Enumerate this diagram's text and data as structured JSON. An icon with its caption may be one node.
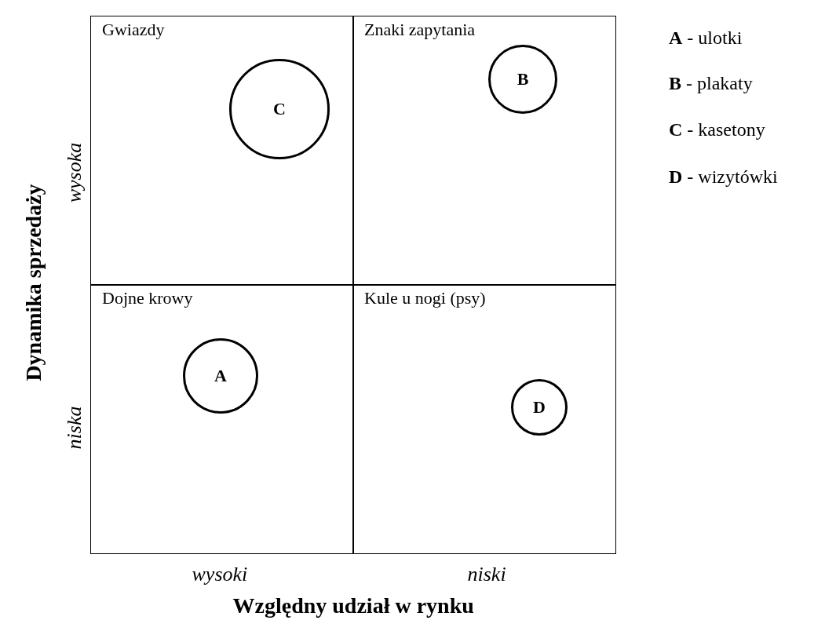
{
  "diagram": {
    "nodes": [
      {
        "text": [
          "Gwiazdy"
        ]
      },
      {
        "text": [
          "Znaki zapytania"
        ]
      },
      {
        "text": [
          "Dojne krowy"
        ]
      },
      {
        "text": [
          "Kule u nogi (psy)"
        ]
      },
      {
        "text": [
          "C"
        ],
        "in": 0
      },
      {
        "text": [
          "B"
        ],
        "in": 1
      },
      {
        "text": [
          "A"
        ],
        "in": 2
      },
      {
        "text": [
          "D"
        ],
        "in": 3
      }
    ],
    "edges": [],
    "labels": [
      "**A** - ulotki",
      "**B** - plakaty",
      "**C** - kasetony",
      "**D** - wizytówki",
      "Dynamika sprzedaży",
      "wysoka",
      "niska",
      "wysoki",
      "niski",
      "Względny udział w rynku"
    ]
  }
}
